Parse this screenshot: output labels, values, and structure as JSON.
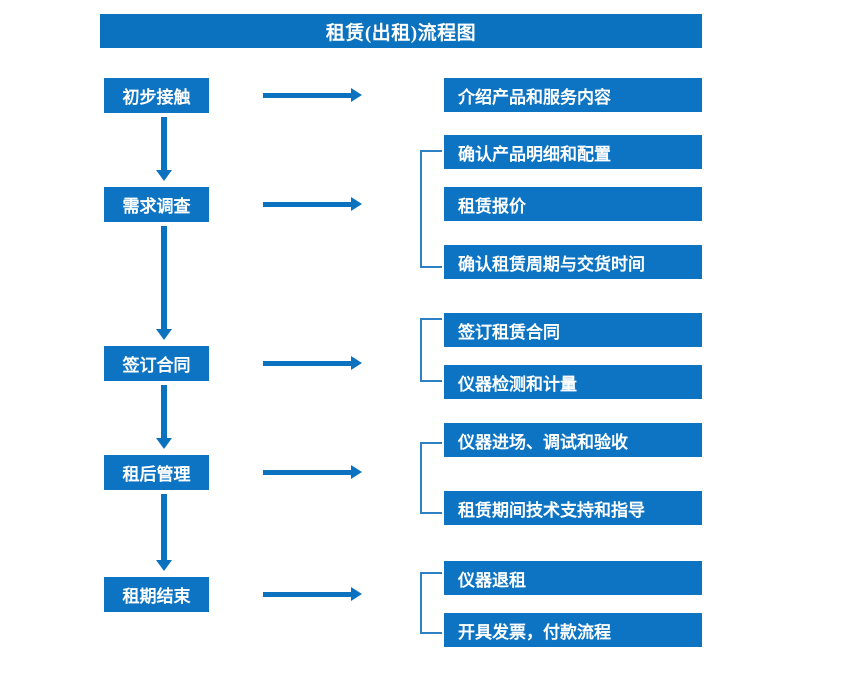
{
  "diagram": {
    "title": "租赁(出租)流程图",
    "accent_color": "#0a72bf",
    "box_color": "#0d74c4",
    "bracket_color": "#2f7fc4",
    "text_color": "#ffffff",
    "background_color": "#ffffff"
  },
  "stages": [
    {
      "label": "初步接触"
    },
    {
      "label": "需求调查"
    },
    {
      "label": "签订合同"
    },
    {
      "label": "租后管理"
    },
    {
      "label": "租期结束"
    }
  ],
  "details": [
    {
      "label": "介绍产品和服务内容"
    },
    {
      "label": "确认产品明细和配置"
    },
    {
      "label": "租赁报价"
    },
    {
      "label": "确认租赁周期与交货时间"
    },
    {
      "label": "签订租赁合同"
    },
    {
      "label": "仪器检测和计量"
    },
    {
      "label": "仪器进场、调试和验收"
    },
    {
      "label": "租赁期间技术支持和指导"
    },
    {
      "label": "仪器退租"
    },
    {
      "label": "开具发票，付款流程"
    }
  ],
  "groups": [
    {
      "stage": "需求调查",
      "details": [
        "确认产品明细和配置",
        "租赁报价",
        "确认租赁周期与交货时间"
      ]
    },
    {
      "stage": "签订合同",
      "details": [
        "签订租赁合同",
        "仪器检测和计量"
      ]
    },
    {
      "stage": "租后管理",
      "details": [
        "仪器进场、调试和验收",
        "租赁期间技术支持和指导"
      ]
    },
    {
      "stage": "租期结束",
      "details": [
        "仪器退租",
        "开具发票，付款流程"
      ]
    }
  ],
  "connectors": {
    "stage_to_detail": "horizontal-arrow",
    "stage_to_stage": "vertical-arrow",
    "detail_group": "square-bracket"
  }
}
